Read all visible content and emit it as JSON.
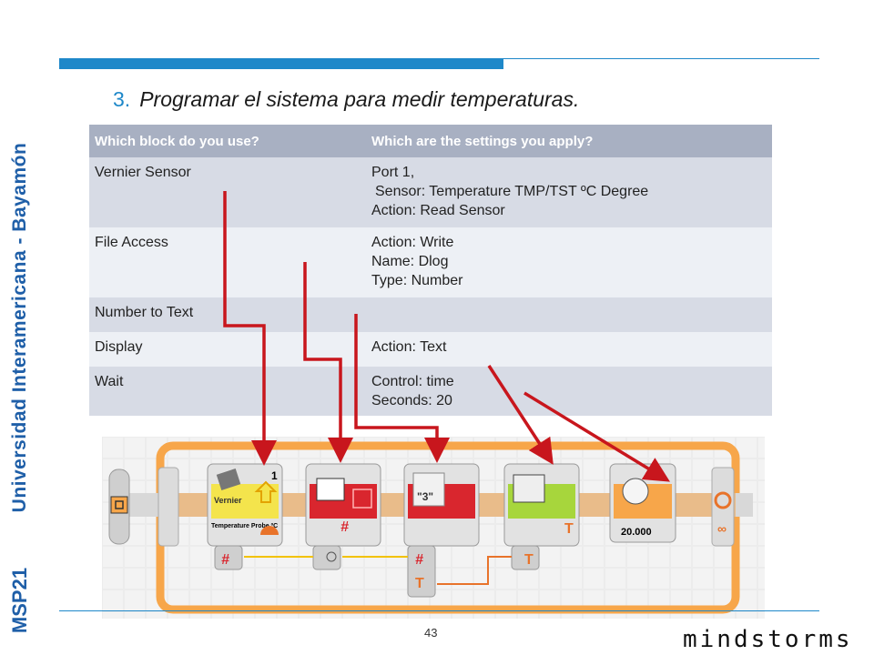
{
  "sidebar": {
    "institution": "Universidad Interamericana - Bayamón",
    "code": "MSP21"
  },
  "heading": {
    "number": "3.",
    "text": "Programar el sistema para medir temperaturas."
  },
  "table": {
    "headers": [
      "Which block do you use?",
      "Which are the settings you apply?"
    ],
    "rows": [
      {
        "block": "Vernier Sensor",
        "settings": [
          "Port 1,",
          "Sensor: Temperature TMP/TST ºC Degree",
          "Action: Read Sensor"
        ]
      },
      {
        "block": "File Access",
        "settings": [
          "Action: Write",
          "Name: Dlog",
          "Type: Number"
        ]
      },
      {
        "block": "Number to Text",
        "settings": []
      },
      {
        "block": "Display",
        "settings": [
          "Action: Text"
        ]
      },
      {
        "block": "Wait",
        "settings": [
          "Control: time",
          "Seconds: 20"
        ]
      }
    ]
  },
  "program": {
    "sensor_port": "1",
    "sensor_brand": "Vernier",
    "sensor_label": "Temperature Probe ºC",
    "numtext_label": "\"3\"",
    "wait_value": "20.000",
    "hash_symbol": "#",
    "text_symbol": "T",
    "loop_symbol": "∞",
    "colors": {
      "arrow": "#c8161d",
      "loop": "#f7a64a",
      "block_red": "#d9262e",
      "block_yellow": "#f4e44c",
      "block_green": "#a7d63c",
      "wire_yellow": "#f2c200",
      "wire_orange": "#e8732a"
    }
  },
  "footer": {
    "page": "43",
    "brand": "mindstorms"
  }
}
